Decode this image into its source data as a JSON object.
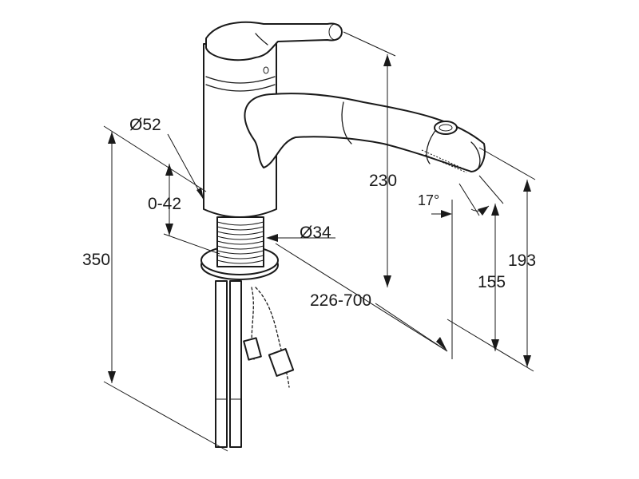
{
  "diagram": {
    "dimensions": {
      "diameter_top": "Ø52",
      "height_adjust": "0-42",
      "total_height": "350",
      "diameter_thread": "Ø34",
      "spout_height": "230",
      "reach": "226-700",
      "angle": "17°",
      "spray_height": "193",
      "outlet_height": "155"
    }
  }
}
